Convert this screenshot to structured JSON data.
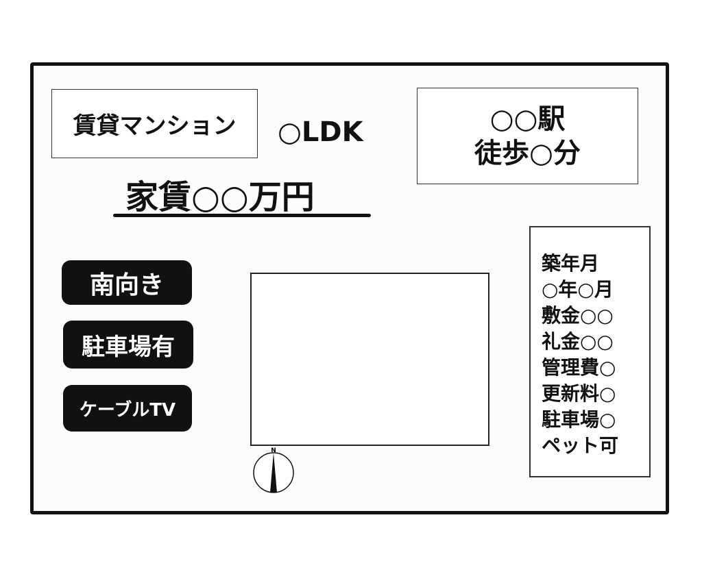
{
  "title_box": {
    "label": "賃貸マンション"
  },
  "layout": {
    "label": "○LDK"
  },
  "rent": {
    "label": "家賃○○万円"
  },
  "station": {
    "line1": "○○駅",
    "line2": "徒歩○分"
  },
  "features": [
    {
      "label": "南向き"
    },
    {
      "label": "駐車場有"
    },
    {
      "label": "ケーブルTV"
    }
  ],
  "info": {
    "lines": [
      "築年月",
      "○年○月",
      "敷金○○",
      "礼金○○",
      "管理費○",
      "更新料○",
      "駐車場○",
      "ペット可"
    ]
  },
  "compass": {
    "label": "N",
    "icon": "compass-icon"
  },
  "colors": {
    "ink": "#111111",
    "pill_bg": "#111111",
    "pill_text": "#ffffff"
  }
}
